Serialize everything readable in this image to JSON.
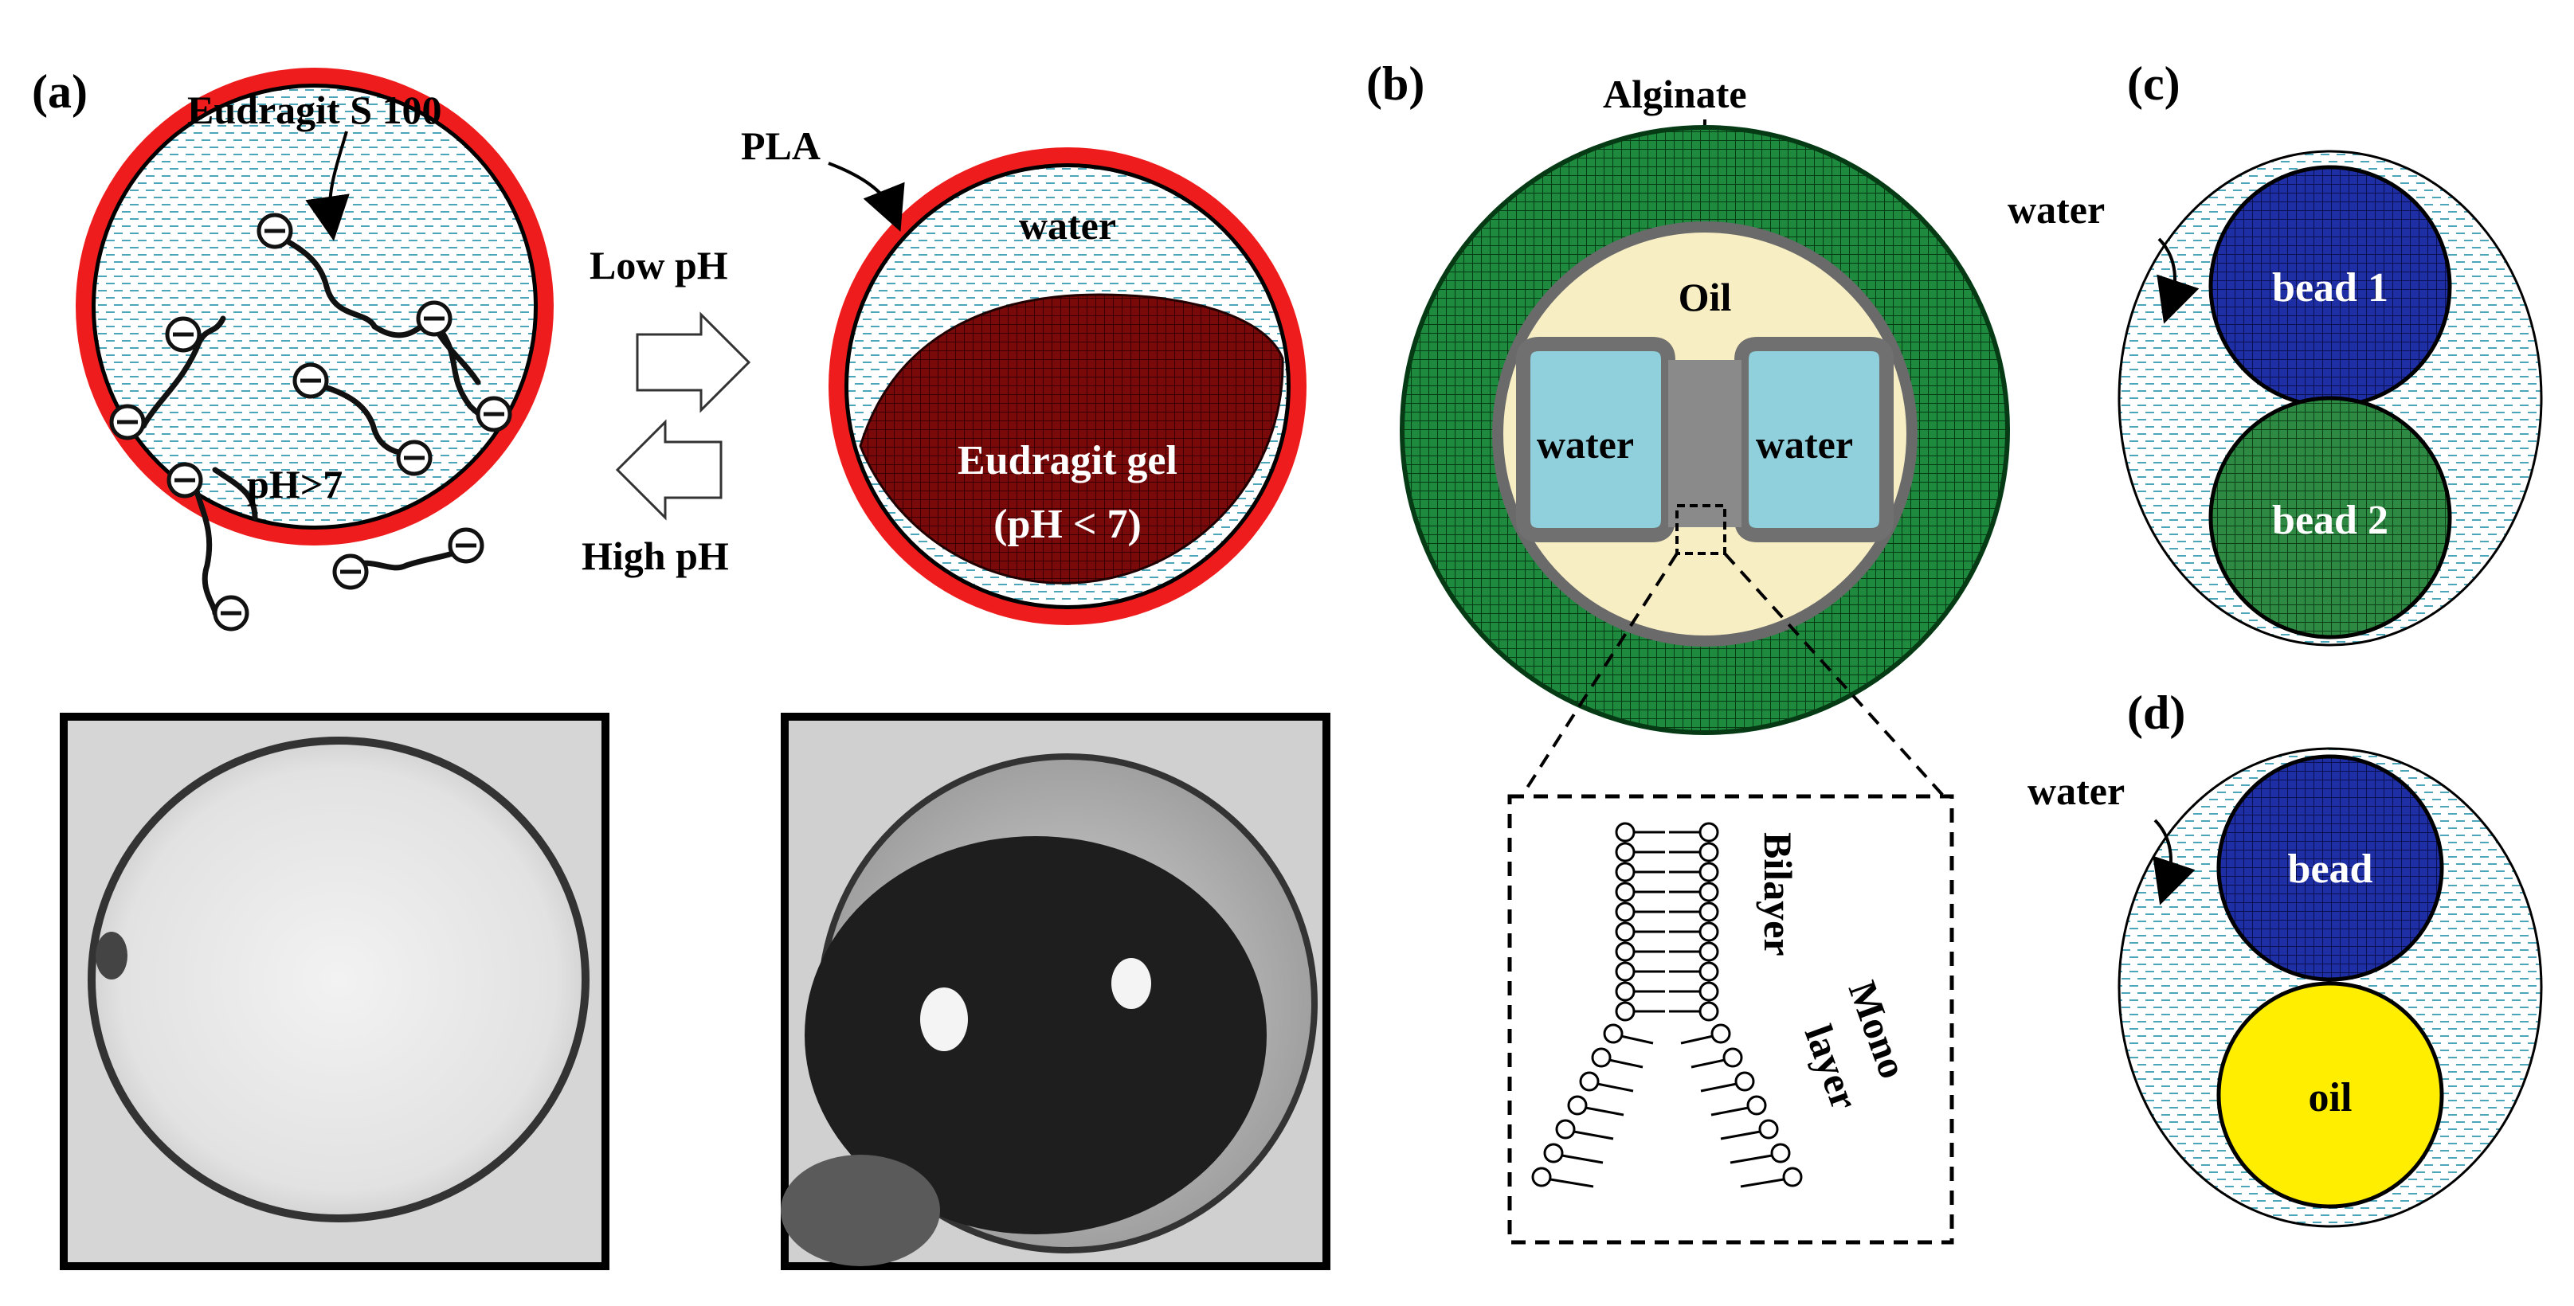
{
  "panels": {
    "a": {
      "label": "(a)",
      "eudragit_label": "Eudragit S 100",
      "ph_label": "pH>7",
      "pla_label": "PLA",
      "water_label": "water",
      "gel_line1": "Eudragit gel",
      "gel_line2": "(pH < 7)",
      "low_ph": "Low pH",
      "high_ph": "High pH"
    },
    "b": {
      "label": "(b)",
      "alginate_label": "Alginate",
      "oil_label": "Oil",
      "water_left": "water",
      "water_right": "water",
      "bilayer_label": "Bilayer",
      "mono_label": "Mono",
      "layer_label": "layer"
    },
    "c": {
      "label": "(c)",
      "water_label": "water",
      "bead1_label": "bead 1",
      "bead2_label": "bead 2"
    },
    "d": {
      "label": "(d)",
      "water_label": "water",
      "bead_label": "bead",
      "oil_label": "oil"
    }
  },
  "colors": {
    "pla_shell": "#ee1c1c",
    "gel": "#7a0a0a",
    "alginate": "#1e7a3a",
    "oil_core": "#f8eec4",
    "water_droplet": "#8fd0dc",
    "bead_blue": "#1a2a9a",
    "bead_green": "#2a7a3a",
    "oil_yellow": "#ffee00",
    "water_dash": "#4aa6b8"
  }
}
